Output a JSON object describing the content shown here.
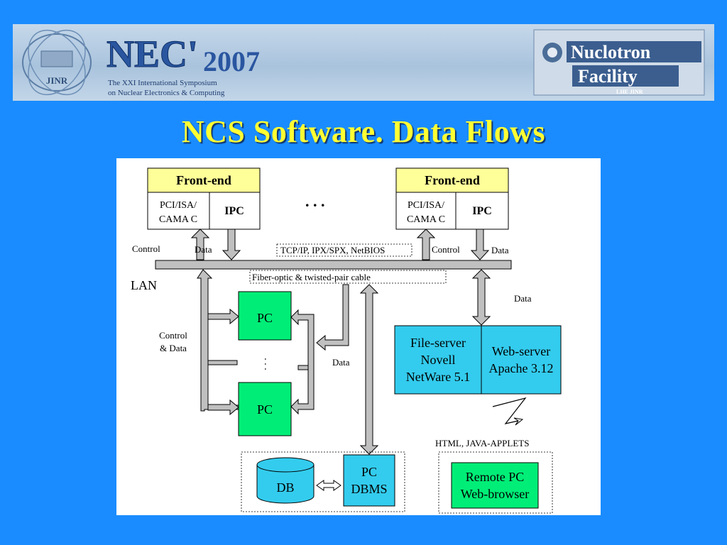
{
  "banner": {
    "left_logo_text": "JINR",
    "conference_name": "NEC'",
    "conference_year": "2007",
    "subtitle_line1": "The XXI International Symposium",
    "subtitle_line2": "on Nuclear Electronics & Computing",
    "right_logo_line1": "Nuclotron",
    "right_logo_line2": "Facility",
    "right_logo_sub": "LHE JINR"
  },
  "title": "NCS Software. Data Flows",
  "diagram": {
    "frontend_left": {
      "header": "Front-end",
      "bus_line1": "PCI/ISA/",
      "bus_line2": "CAMA C",
      "ipc": "IPC"
    },
    "frontend_right": {
      "header": "Front-end",
      "bus_line1": "PCI/ISA/",
      "bus_line2": "CAMA C",
      "ipc": "IPC"
    },
    "ellipsis": ". . .",
    "control_left": "Control",
    "data_left": "Data",
    "protocols": "TCP/IP, IPX/SPX, NetBIOS",
    "control_right": "Control",
    "data_right": "Data",
    "lan": "LAN",
    "cable": "Fiber-optic & twisted-pair cable",
    "control_data_line1": "Control",
    "control_data_line2": "& Data",
    "pc_top": "PC",
    "pc_bottom": "PC",
    "pc_dots": ". . .",
    "data_middle": "Data",
    "data_server": "Data",
    "fileserver_line1": "File-server",
    "fileserver_line2": "Novell",
    "fileserver_line3": "NetWare 5.1",
    "webserver_line1": "Web-server",
    "webserver_line2": "Apache 3.12",
    "html_applets": "HTML, JAVA-APPLETS",
    "db": "DB",
    "pc_dbms_line1": "PC",
    "pc_dbms_line2": "DBMS",
    "remote_line1": "Remote PC",
    "remote_line2": "Web-browser"
  },
  "colors": {
    "background": "#1a8cff",
    "title": "#ffff33",
    "frontend_header": "#ffff99",
    "pc_green": "#00ee77",
    "server_cyan": "#33ccee",
    "lan_bar": "#c0c0c0"
  }
}
